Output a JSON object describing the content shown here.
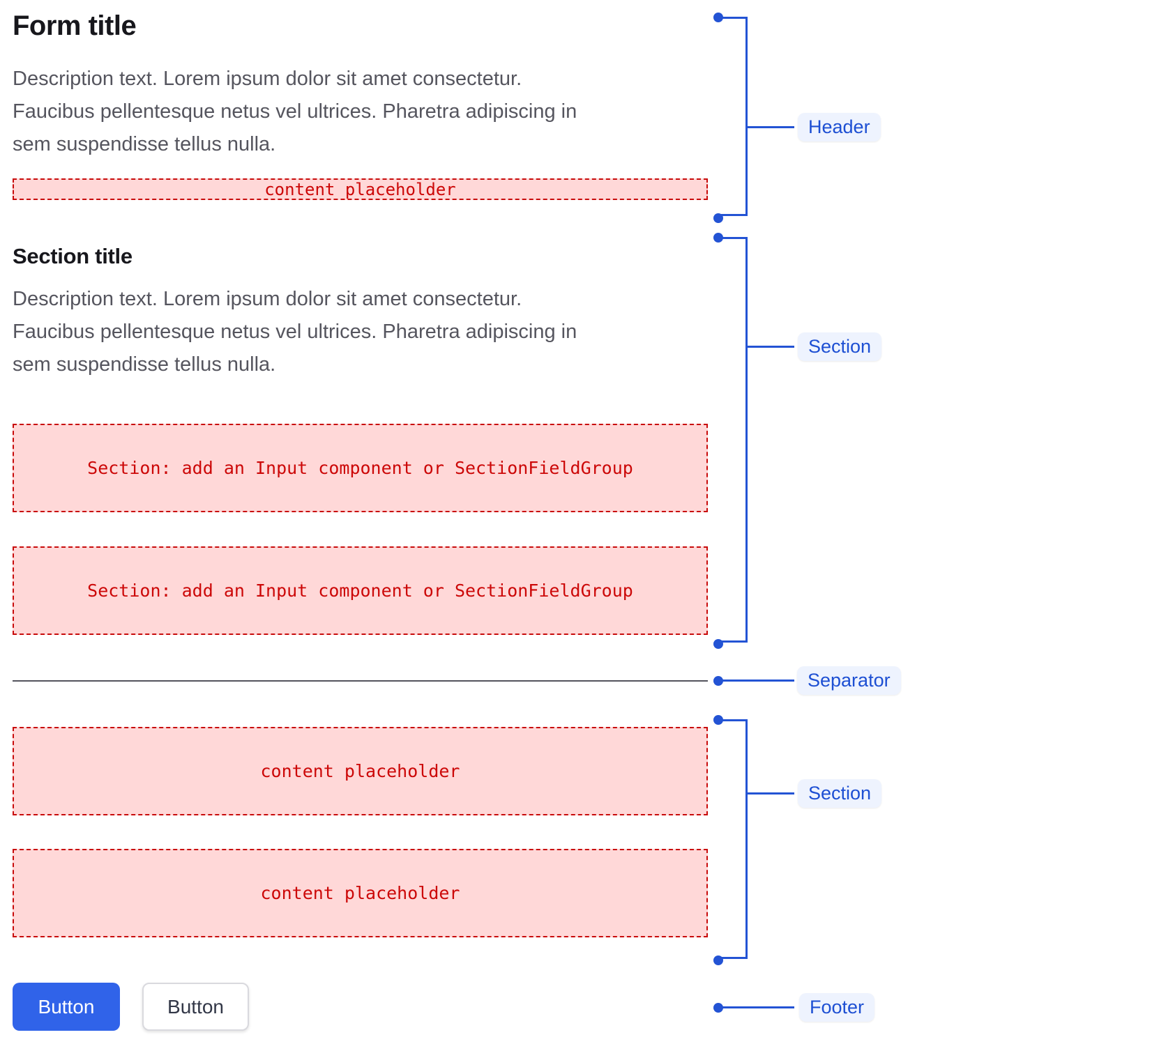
{
  "header": {
    "title": "Form title",
    "description_lines": [
      "Description text. Lorem ipsum dolor sit amet consectetur.",
      "Faucibus pellentesque netus vel ultrices. Pharetra adipiscing in",
      "sem suspendisse tellus nulla."
    ],
    "placeholder": "content placeholder"
  },
  "section1": {
    "title": "Section title",
    "description_lines": [
      "Description text. Lorem ipsum dolor sit amet consectetur.",
      "Faucibus pellentesque netus vel ultrices. Pharetra adipiscing in",
      "sem suspendisse tellus nulla."
    ],
    "placeholders": [
      "Section: add an Input component or SectionFieldGroup",
      "Section: add an Input component or SectionFieldGroup"
    ]
  },
  "section2": {
    "placeholders": [
      "content placeholder",
      "content placeholder"
    ]
  },
  "footer": {
    "buttons": [
      {
        "label": "Button",
        "variant": "primary"
      },
      {
        "label": "Button",
        "variant": "secondary"
      }
    ]
  },
  "annotations": {
    "header": "Header",
    "section1": "Section",
    "separator": "Separator",
    "section2": "Section",
    "footer": "Footer"
  },
  "colors": {
    "annotation_blue": "#2353d4",
    "annotation_label_bg": "#eef3fe",
    "primary_button_blue": "#3063e9",
    "placeholder_bg": "#ffd8d8",
    "placeholder_red": "#cc0808",
    "separator_gray": "#53535c"
  }
}
